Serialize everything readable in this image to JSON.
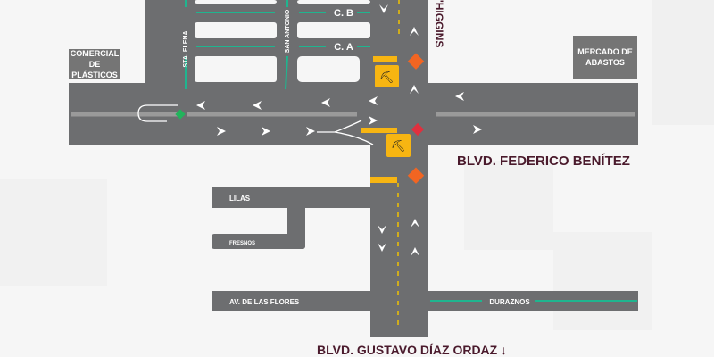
{
  "labels": {
    "comercial": "COMERCIAL DE PLÁSTICOS",
    "mercado": "MERCADO DE ABASTOS",
    "ohiggins": "O'HIGGINS",
    "cb": "C. B",
    "ca": "C. A",
    "sta_elena": "STA. ELENA",
    "san_antonio": "SAN ANTONIO",
    "federico": "BLVD.  FEDERICO BENÍTEZ",
    "lilas": "LILAS",
    "fresnos": "FRESNOS",
    "flores": "AV. DE LAS FLORES",
    "duraznos": "DURAZNOS",
    "gustavo": "BLVD.  GUSTAVO DÍAZ  ORDAZ ↓"
  },
  "colors": {
    "road": "#6d6e70",
    "green": "#1fb58f",
    "closure": "#f7b512",
    "orange": "#f26522",
    "red": "#e0303e",
    "text": "#4a1a2c"
  }
}
